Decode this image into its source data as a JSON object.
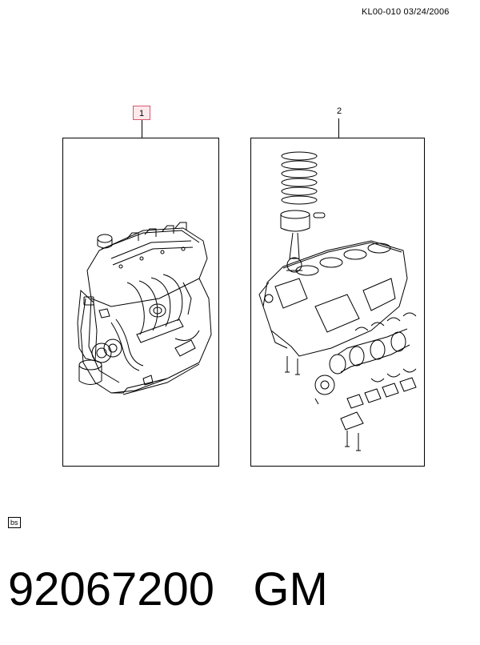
{
  "header": {
    "code": "KL00-010  03/24/2006"
  },
  "callouts": [
    {
      "label": "1",
      "highlighted": true,
      "highlight_color": "#fde8ec",
      "border_color": "#d65a6e"
    },
    {
      "label": "2",
      "highlighted": false
    }
  ],
  "panels": [
    {
      "icon": "engine-assembly-icon"
    },
    {
      "icon": "short-block-exploded-icon"
    }
  ],
  "footer": {
    "tag": "bs",
    "part_number": "92067200   GM"
  }
}
